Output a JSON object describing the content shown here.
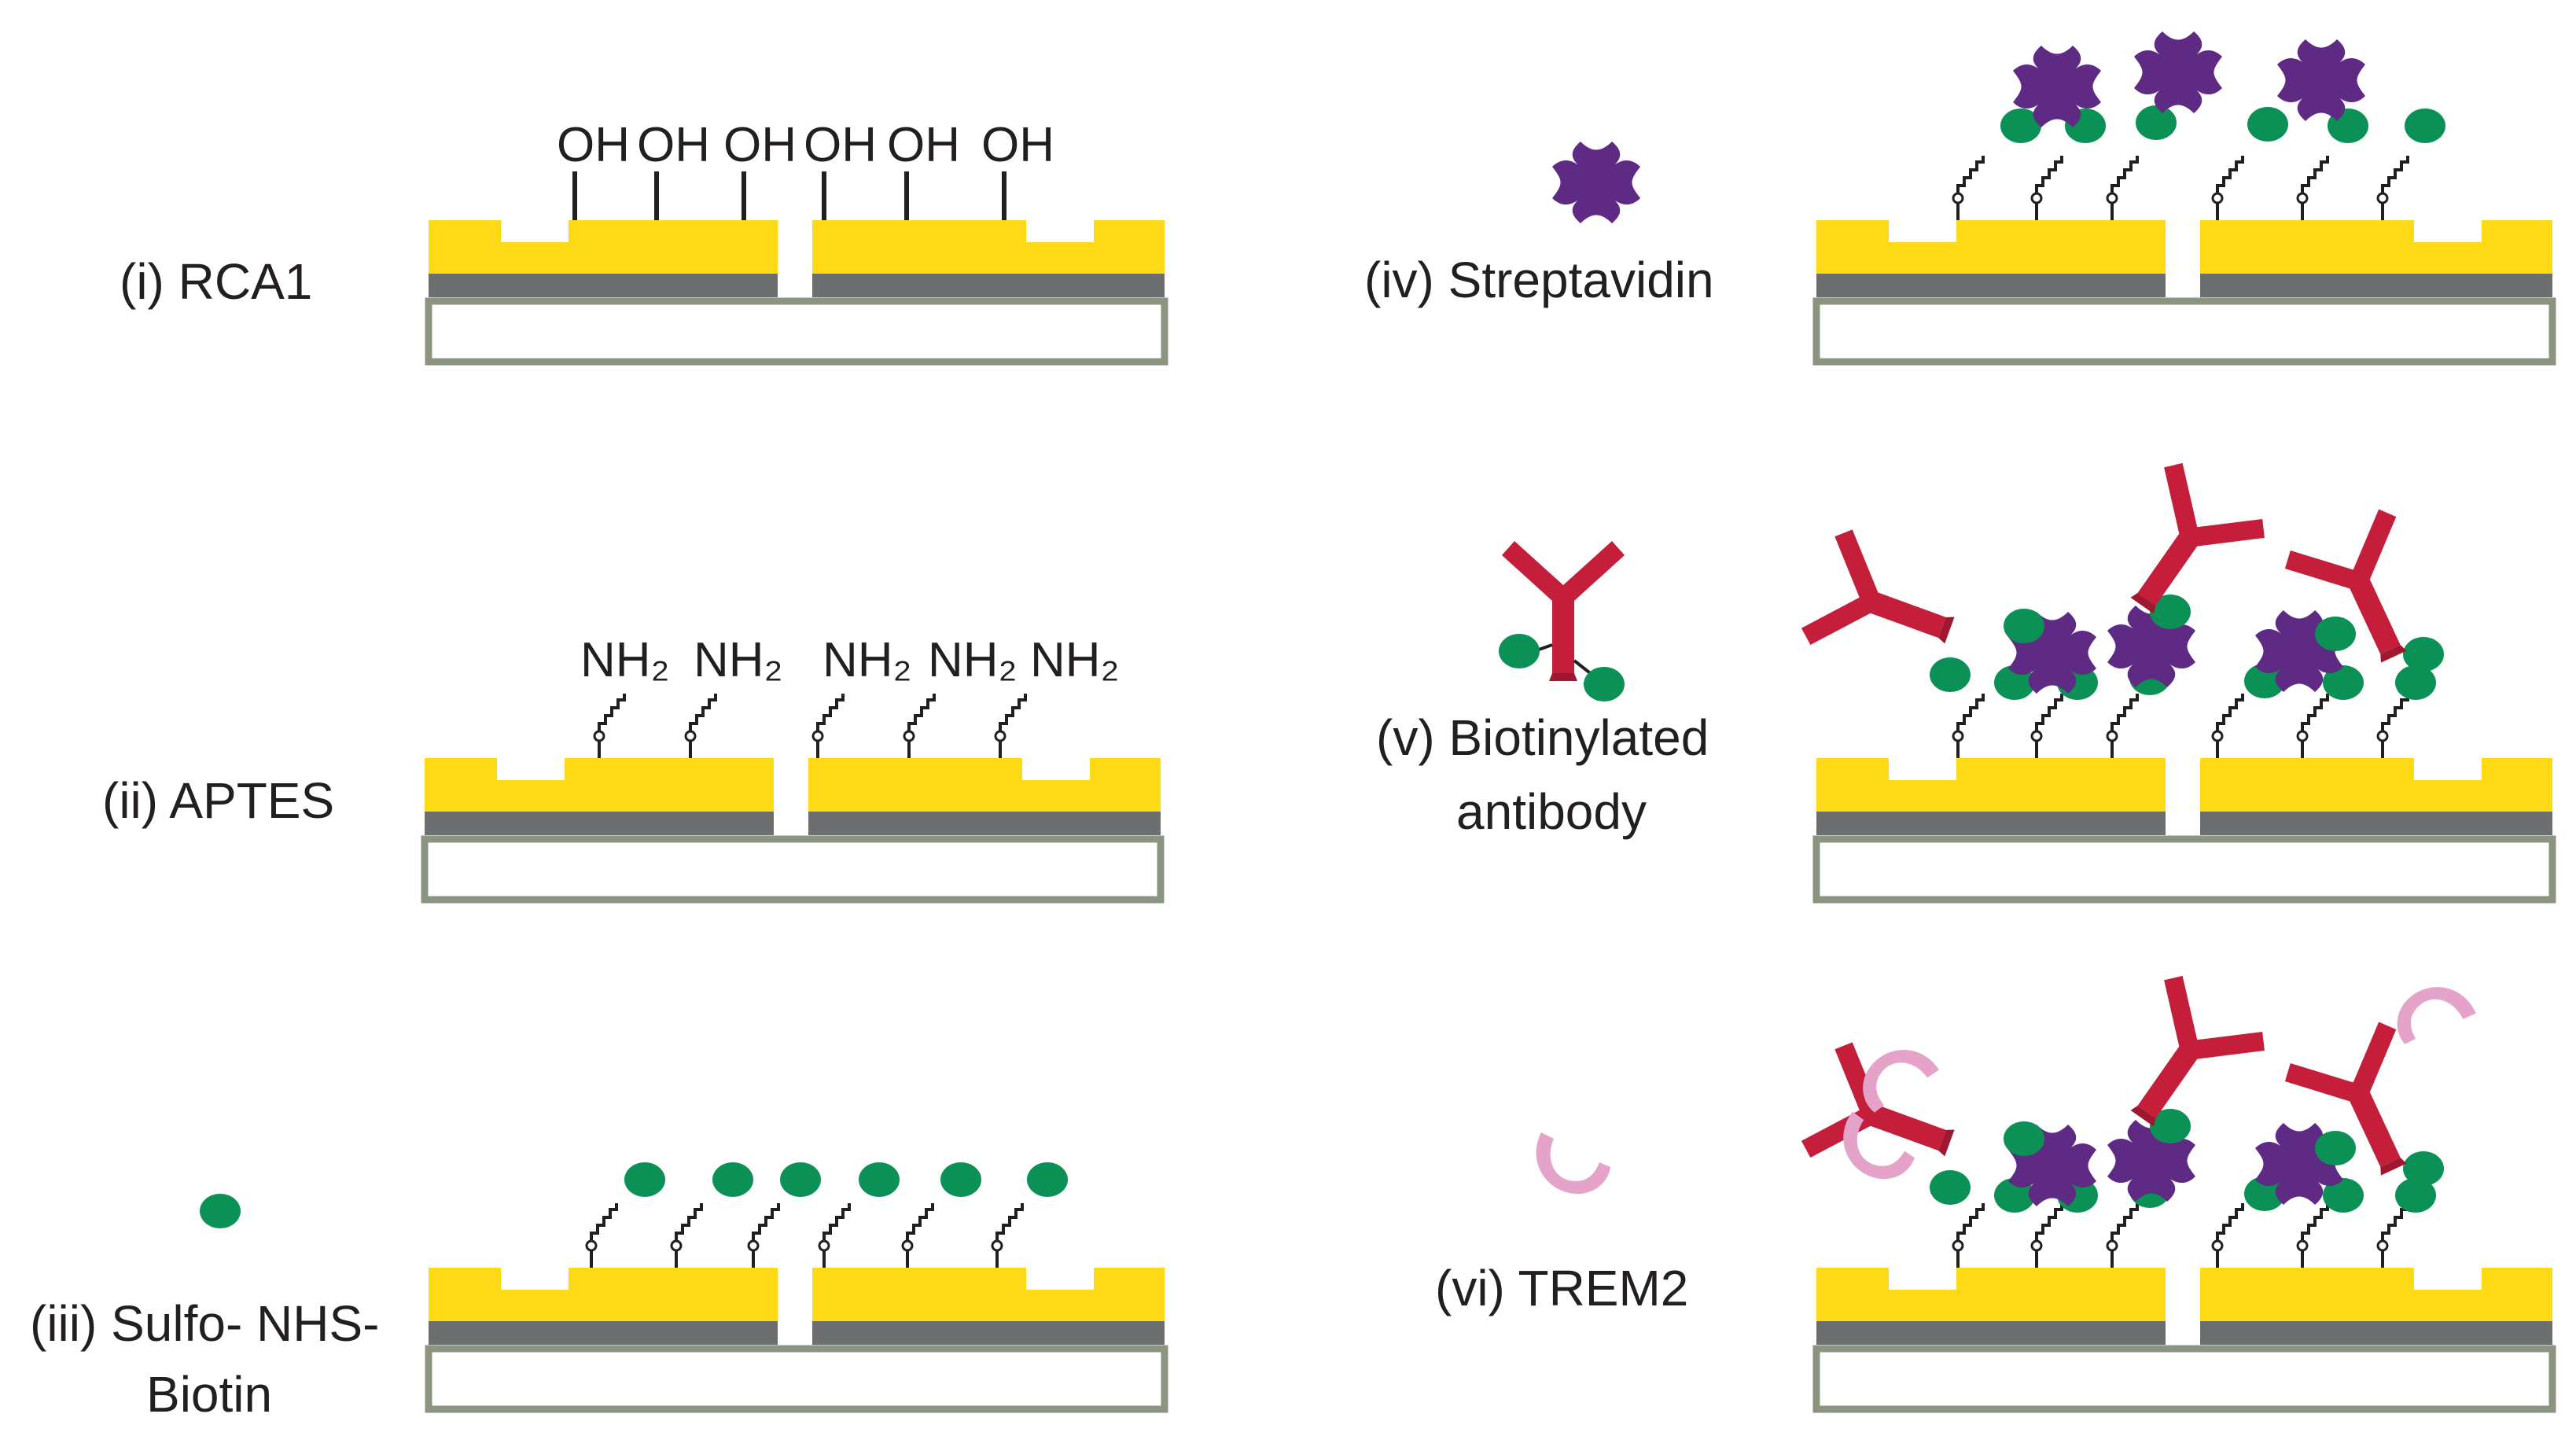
{
  "colors": {
    "gold": "#fdd916",
    "oxide": "#6d6e70",
    "substrate_border": "#8a9480",
    "biotin": "#0b9156",
    "streptavidin": "#5e2a84",
    "antibody": "#c41e3a",
    "trem2": "#e5a3c9",
    "linker": "#231f20"
  },
  "icons": [
    "biotin-icon",
    "streptavidin-icon",
    "antibody-icon",
    "trem2-icon"
  ],
  "steps": {
    "i": {
      "label": "(i) RCA1",
      "groups": [
        "OH",
        "OH",
        "OH",
        "OH",
        "OH",
        "OH"
      ]
    },
    "ii": {
      "label": "(ii) APTES",
      "groups": [
        "NH₂",
        "NH₂",
        "NH₂",
        "NH₂",
        "NH₂"
      ]
    },
    "iii": {
      "label_line1": "(iii) Sulfo- NHS-",
      "label_line2": "Biotin"
    },
    "iv": {
      "label": "(iv) Streptavidin"
    },
    "v": {
      "label_line1": "(v) Biotinylated",
      "label_line2": "antibody"
    },
    "vi": {
      "label": "(vi) TREM2"
    }
  }
}
